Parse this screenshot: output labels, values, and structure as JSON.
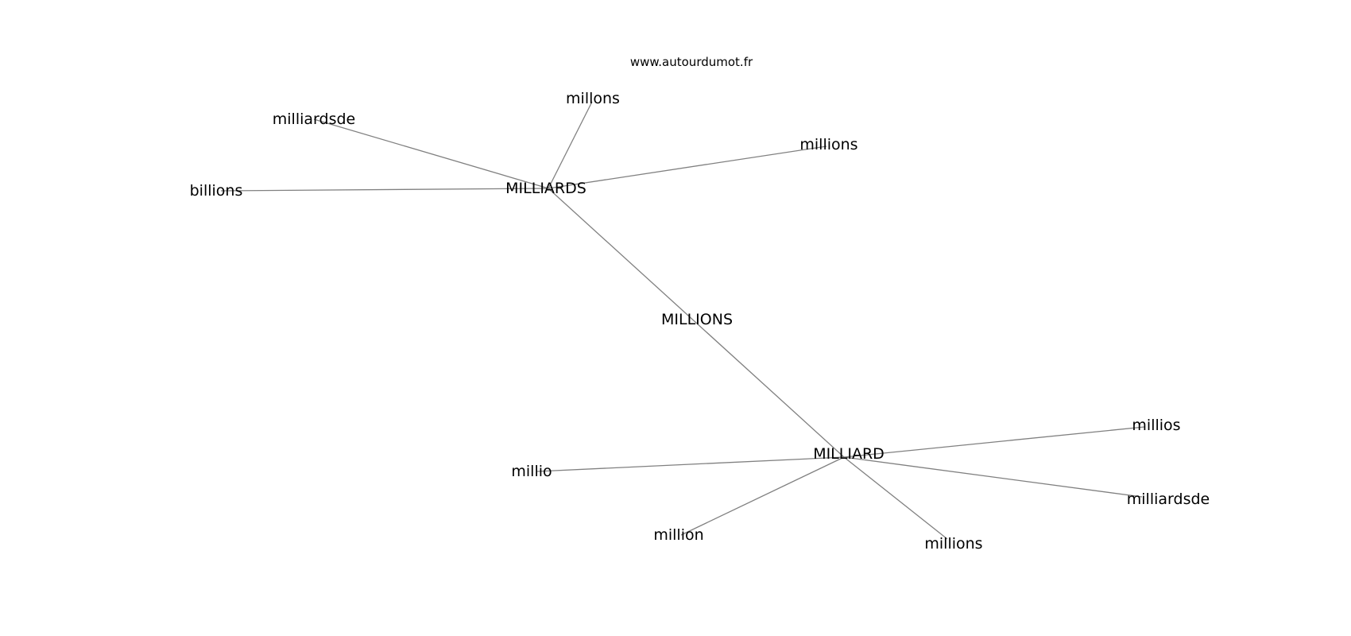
{
  "watermark": "www.autourdumot.fr",
  "graph": {
    "nodes": [
      {
        "id": "MILLIARDS",
        "label": "MILLIARDS"
      },
      {
        "id": "MILLIONS",
        "label": "MILLIONS"
      },
      {
        "id": "MILLIARD",
        "label": "MILLIARD"
      },
      {
        "id": "millons",
        "label": "millons"
      },
      {
        "id": "milliardsde_1",
        "label": "milliardsde"
      },
      {
        "id": "millions_1",
        "label": "millions"
      },
      {
        "id": "billions",
        "label": "billions"
      },
      {
        "id": "millios",
        "label": "millios"
      },
      {
        "id": "millio",
        "label": "millio"
      },
      {
        "id": "milliardsde_2",
        "label": "milliardsde"
      },
      {
        "id": "million",
        "label": "million"
      },
      {
        "id": "millions_2",
        "label": "millions"
      }
    ],
    "edges": [
      {
        "from": "MILLIARDS",
        "to": "millons"
      },
      {
        "from": "MILLIARDS",
        "to": "milliardsde_1"
      },
      {
        "from": "MILLIARDS",
        "to": "millions_1"
      },
      {
        "from": "MILLIARDS",
        "to": "billions"
      },
      {
        "from": "MILLIARDS",
        "to": "MILLIARD"
      },
      {
        "from": "MILLIARD",
        "to": "millios"
      },
      {
        "from": "MILLIARD",
        "to": "millio"
      },
      {
        "from": "MILLIARD",
        "to": "milliardsde_2"
      },
      {
        "from": "MILLIARD",
        "to": "million"
      },
      {
        "from": "MILLIARD",
        "to": "millions_2"
      }
    ]
  }
}
